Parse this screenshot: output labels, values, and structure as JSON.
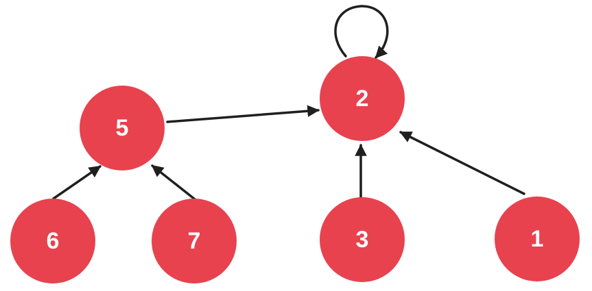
{
  "colors": {
    "node_fill": "#e8424f",
    "label_color": "#ffffff",
    "edge_color": "#1f1f1f",
    "background": "#ffffff"
  },
  "nodes": {
    "n2": "2",
    "n5": "5",
    "n6": "6",
    "n7": "7",
    "n3": "3",
    "n1": "1"
  },
  "edges": [
    {
      "from": "5",
      "to": "2"
    },
    {
      "from": "2",
      "to": "2"
    },
    {
      "from": "6",
      "to": "5"
    },
    {
      "from": "7",
      "to": "5"
    },
    {
      "from": "3",
      "to": "2"
    },
    {
      "from": "1",
      "to": "2"
    }
  ]
}
